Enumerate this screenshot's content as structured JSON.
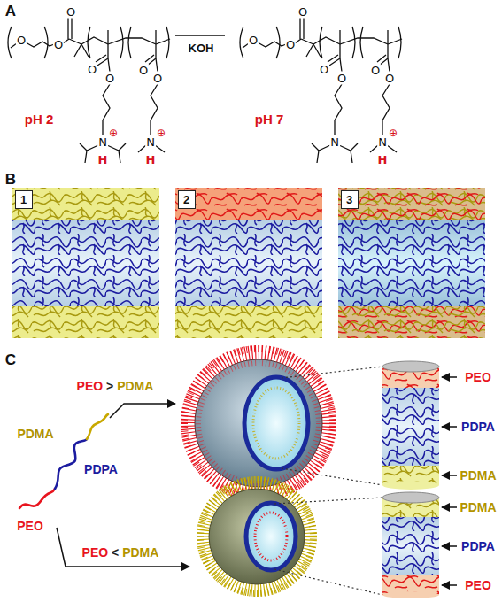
{
  "diagram": {
    "nodes": [
      {
        "text": [
          "1"
        ]
      },
      {
        "text": [
          "2"
        ]
      },
      {
        "text": [
          "3"
        ]
      }
    ],
    "labels": [
      "A",
      "O",
      "O",
      "O",
      "O",
      "O",
      "N",
      "⊕",
      "H",
      "O",
      "O",
      "N",
      "⊕",
      "H",
      "pH 2",
      "KOH",
      "O",
      "O",
      "O",
      "O",
      "O",
      "N",
      "O",
      "O",
      "N",
      "⊕",
      "H",
      "pH 7",
      "B",
      "C",
      "PEO > PDMA",
      "PDMA",
      "PDPA",
      "PEO",
      "PEO < PDMA",
      "PEO",
      "PDPA",
      "PDMA",
      "PDMA",
      "PDPA",
      "PEO"
    ]
  }
}
